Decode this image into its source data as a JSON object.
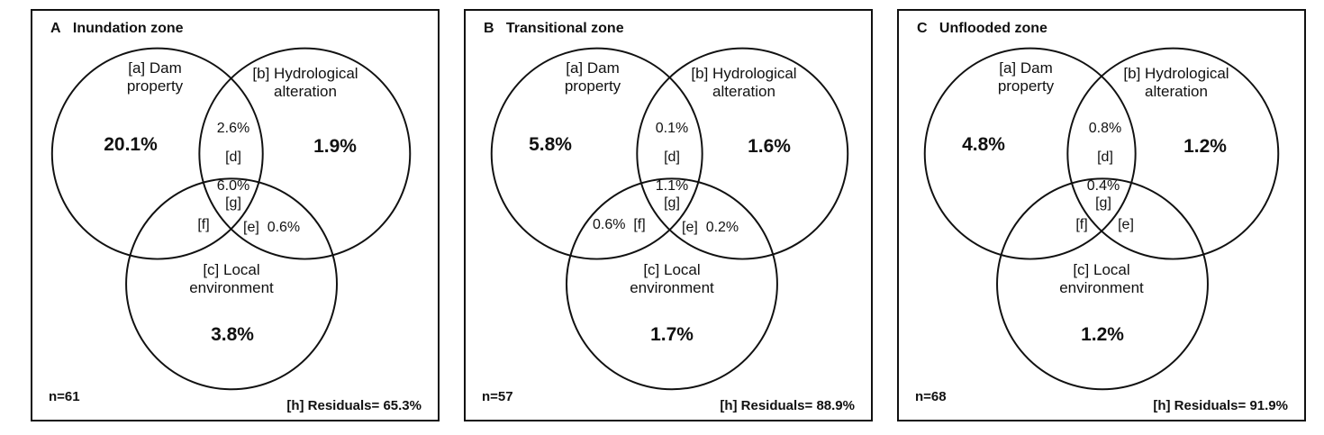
{
  "panels": [
    {
      "letter": "A",
      "title": "Inundation zone",
      "set_a": {
        "tag": "[a]",
        "line1": "Dam",
        "line2": "property",
        "value": "20.1%"
      },
      "set_b": {
        "tag": "[b]",
        "line1": "Hydrological",
        "line2": "alteration",
        "value": "1.9%"
      },
      "set_c": {
        "tag": "[c]",
        "line1": "Local",
        "line2": "environment",
        "value": "3.8%"
      },
      "overlap_d": {
        "tag": "[d]",
        "value": "2.6%"
      },
      "overlap_e": {
        "tag": "[e]",
        "value": "0.6%"
      },
      "overlap_f": {
        "tag": "[f]",
        "value": ""
      },
      "overlap_g": {
        "tag": "[g]",
        "value": "6.0%"
      },
      "n": "n=61",
      "residuals": "[h] Residuals= 65.3%"
    },
    {
      "letter": "B",
      "title": "Transitional zone",
      "set_a": {
        "tag": "[a]",
        "line1": "Dam",
        "line2": "property",
        "value": "5.8%"
      },
      "set_b": {
        "tag": "[b]",
        "line1": "Hydrological",
        "line2": "alteration",
        "value": "1.6%"
      },
      "set_c": {
        "tag": "[c]",
        "line1": "Local",
        "line2": "environment",
        "value": "1.7%"
      },
      "overlap_d": {
        "tag": "[d]",
        "value": "0.1%"
      },
      "overlap_e": {
        "tag": "[e]",
        "value": "0.2%"
      },
      "overlap_f": {
        "tag": "[f]",
        "value": "0.6%"
      },
      "overlap_g": {
        "tag": "[g]",
        "value": "1.1%"
      },
      "n": "n=57",
      "residuals": "[h] Residuals= 88.9%"
    },
    {
      "letter": "C",
      "title": "Unflooded zone",
      "set_a": {
        "tag": "[a]",
        "line1": "Dam",
        "line2": "property",
        "value": "4.8%"
      },
      "set_b": {
        "tag": "[b]",
        "line1": "Hydrological",
        "line2": "alteration",
        "value": "1.2%"
      },
      "set_c": {
        "tag": "[c]",
        "line1": "Local",
        "line2": "environment",
        "value": "1.2%"
      },
      "overlap_d": {
        "tag": "[d]",
        "value": "0.8%"
      },
      "overlap_e": {
        "tag": "[e]",
        "value": ""
      },
      "overlap_f": {
        "tag": "[f]",
        "value": ""
      },
      "overlap_g": {
        "tag": "[g]",
        "value": "0.4%"
      },
      "n": "n=68",
      "residuals": "[h] Residuals= 91.9%"
    }
  ]
}
